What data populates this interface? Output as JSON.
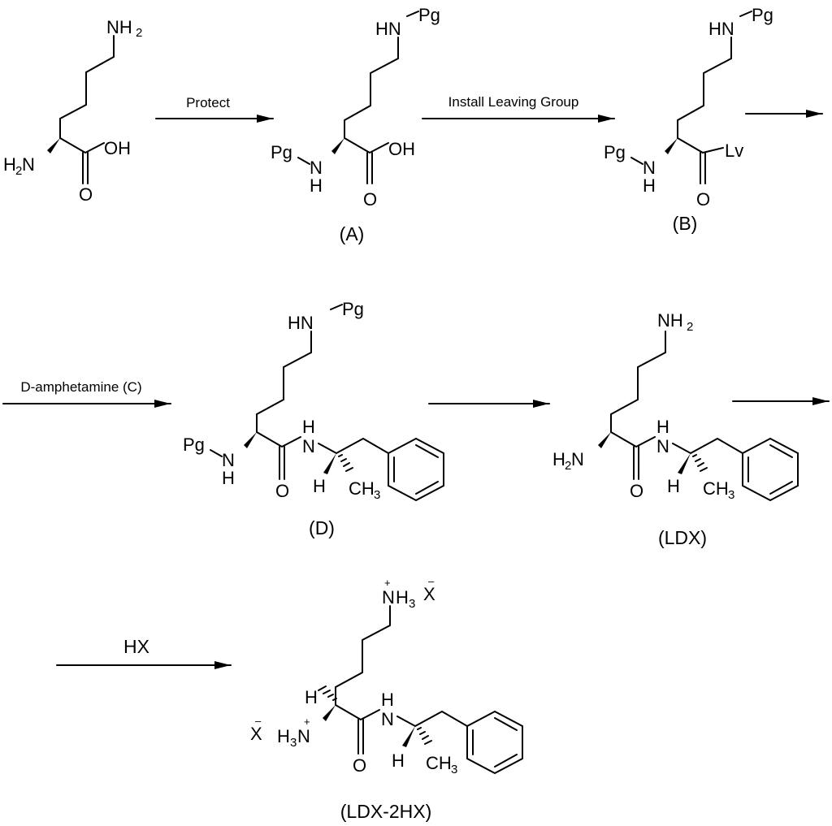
{
  "arrows": {
    "a1": "Protect",
    "a2": "Install Leaving Group",
    "a3": "",
    "a4": "D-amphetamine (C)",
    "a5": "",
    "a6": "",
    "a7": "HX"
  },
  "labels": {
    "A": "(A)",
    "B": "(B)",
    "D": "(D)",
    "LDX": "(LDX)",
    "LDX2HX": "(LDX-2HX)"
  },
  "atoms": {
    "NH": "NH",
    "N": "N",
    "HN": "HN",
    "H": "H",
    "O": "O",
    "OH": "OH",
    "Pg": "Pg",
    "Lv": "Lv",
    "CH": "CH",
    "X": "X",
    "two": "2",
    "three": "3",
    "plus": "+",
    "minus": "–"
  }
}
